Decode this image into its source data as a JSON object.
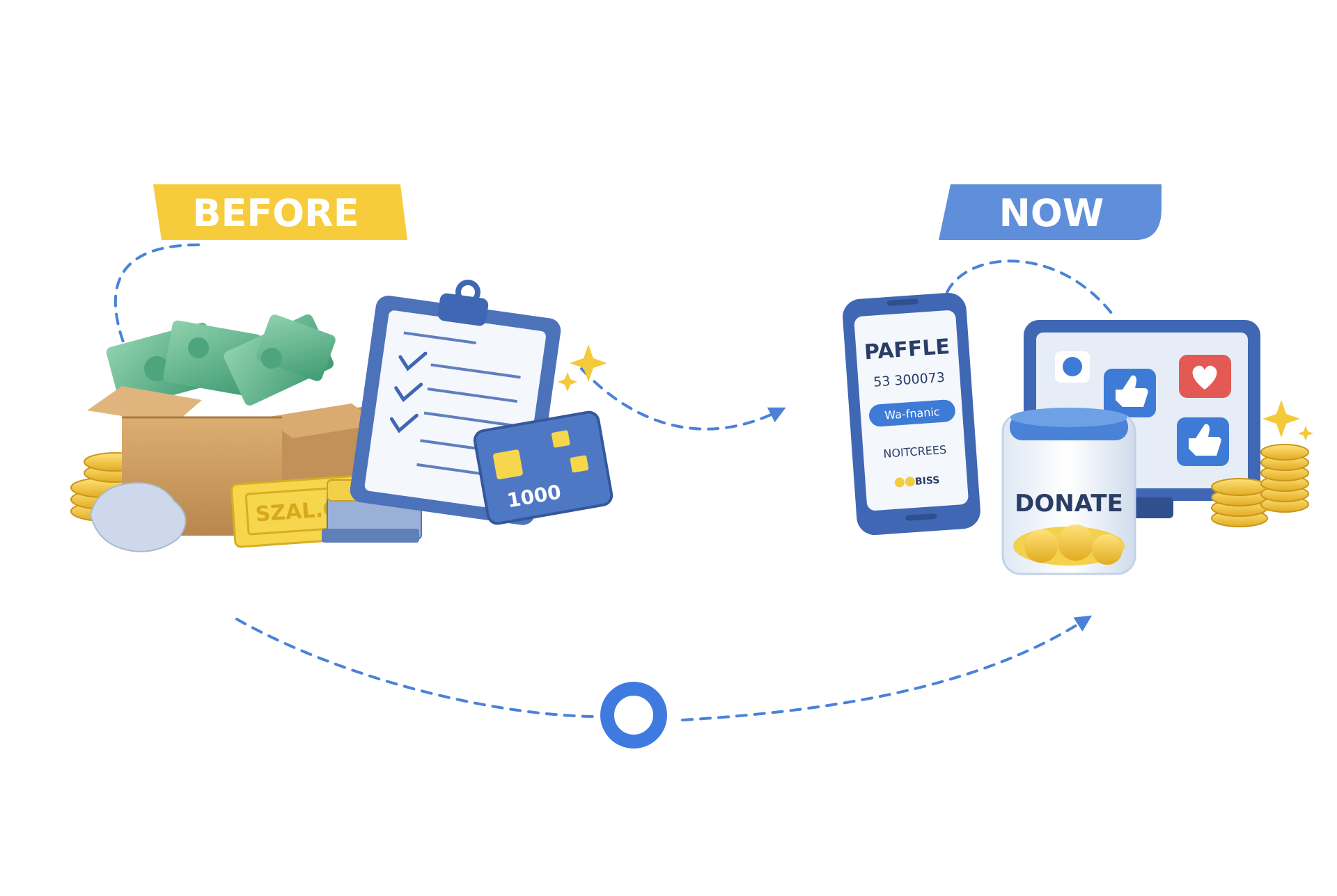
{
  "labels": {
    "before": "BEFORE",
    "now": "NOW"
  },
  "before_items": {
    "ticket_text": "SZAL.Q",
    "card_text": "1000"
  },
  "now_items": {
    "phone": {
      "title": "PAFFLE",
      "number": "53 300073",
      "button": "Wa-fnanic",
      "subtitle": "NOITCREES",
      "footer": "BISS"
    },
    "jar_label": "DONATE"
  },
  "colors": {
    "before_banner": "#f6cc3c",
    "now_banner": "#5f8fdb",
    "arrow": "#4a82d8",
    "device_frame": "#3f67b4",
    "coin": "#f3cd3b",
    "cash": "#62b88d",
    "box": "#d2a36a",
    "heart": "#e35a55",
    "like": "#3e7bd6"
  },
  "icons": [
    "sparkle-icon",
    "like-icon",
    "heart-icon",
    "chat-icon",
    "checkmark-icon"
  ]
}
